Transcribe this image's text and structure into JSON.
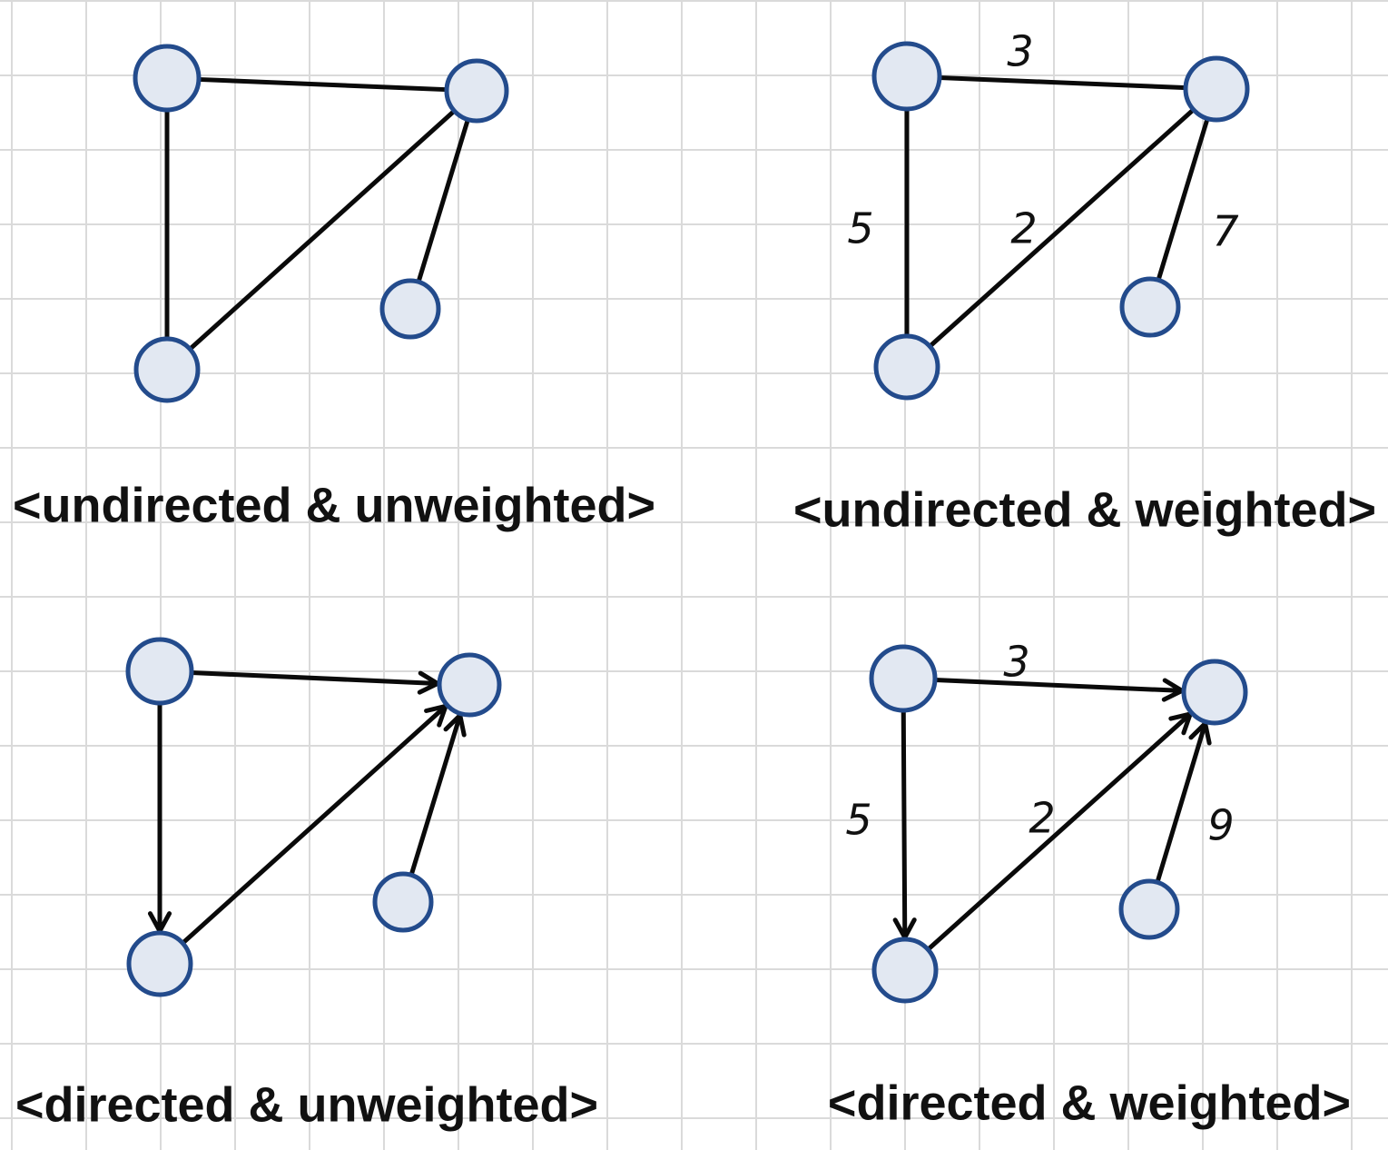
{
  "colors": {
    "node_fill": "#e2e8f2",
    "node_stroke": "#234b8c",
    "edge": "#0a0a0a",
    "grid": "#dadada"
  },
  "graphs": [
    {
      "id": "undirected-unweighted",
      "caption": "<undirected & unweighted>",
      "directed": false,
      "edges": [
        {
          "from": "A",
          "to": "B",
          "weight": ""
        },
        {
          "from": "A",
          "to": "C",
          "weight": ""
        },
        {
          "from": "C",
          "to": "B",
          "weight": ""
        },
        {
          "from": "D",
          "to": "B",
          "weight": ""
        }
      ]
    },
    {
      "id": "undirected-weighted",
      "caption": "<undirected & weighted>",
      "directed": false,
      "edges": [
        {
          "from": "A",
          "to": "B",
          "weight": "3"
        },
        {
          "from": "A",
          "to": "C",
          "weight": "5"
        },
        {
          "from": "C",
          "to": "B",
          "weight": "2"
        },
        {
          "from": "D",
          "to": "B",
          "weight": "7"
        }
      ]
    },
    {
      "id": "directed-unweighted",
      "caption": "<directed & unweighted>",
      "directed": true,
      "edges": [
        {
          "from": "A",
          "to": "B",
          "weight": ""
        },
        {
          "from": "A",
          "to": "C",
          "weight": ""
        },
        {
          "from": "C",
          "to": "B",
          "weight": ""
        },
        {
          "from": "D",
          "to": "B",
          "weight": ""
        }
      ]
    },
    {
      "id": "directed-weighted",
      "caption": "<directed & weighted>",
      "directed": true,
      "edges": [
        {
          "from": "A",
          "to": "B",
          "weight": "3"
        },
        {
          "from": "A",
          "to": "C",
          "weight": "5"
        },
        {
          "from": "C",
          "to": "B",
          "weight": "2"
        },
        {
          "from": "D",
          "to": "B",
          "weight": "9"
        }
      ]
    }
  ]
}
